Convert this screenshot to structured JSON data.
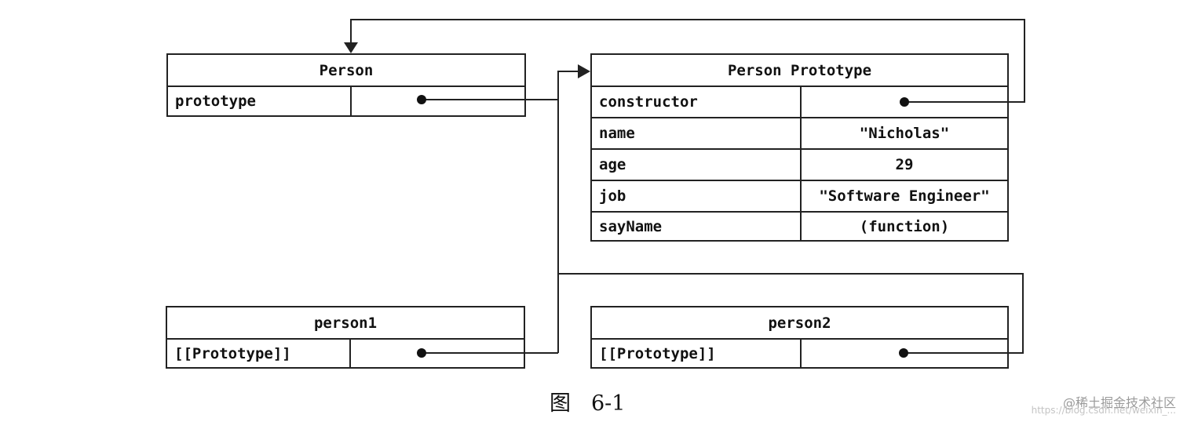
{
  "person": {
    "title": "Person",
    "key": "prototype"
  },
  "proto": {
    "title": "Person Prototype",
    "rows": [
      {
        "key": "constructor",
        "value": ""
      },
      {
        "key": "name",
        "value": "\"Nicholas\""
      },
      {
        "key": "age",
        "value": "29"
      },
      {
        "key": "job",
        "value": "\"Software Engineer\""
      },
      {
        "key": "sayName",
        "value": "(function)"
      }
    ]
  },
  "person1": {
    "title": "person1",
    "key": "[[Prototype]]"
  },
  "person2": {
    "title": "person2",
    "key": "[[Prototype]]"
  },
  "caption": {
    "label": "图",
    "number": "6-1"
  },
  "watermark": {
    "text": "@稀土掘金技术社区",
    "url": "https://blog.csdn.net/weixin_..."
  },
  "colors": {
    "line": "#222222",
    "text": "#111111"
  }
}
